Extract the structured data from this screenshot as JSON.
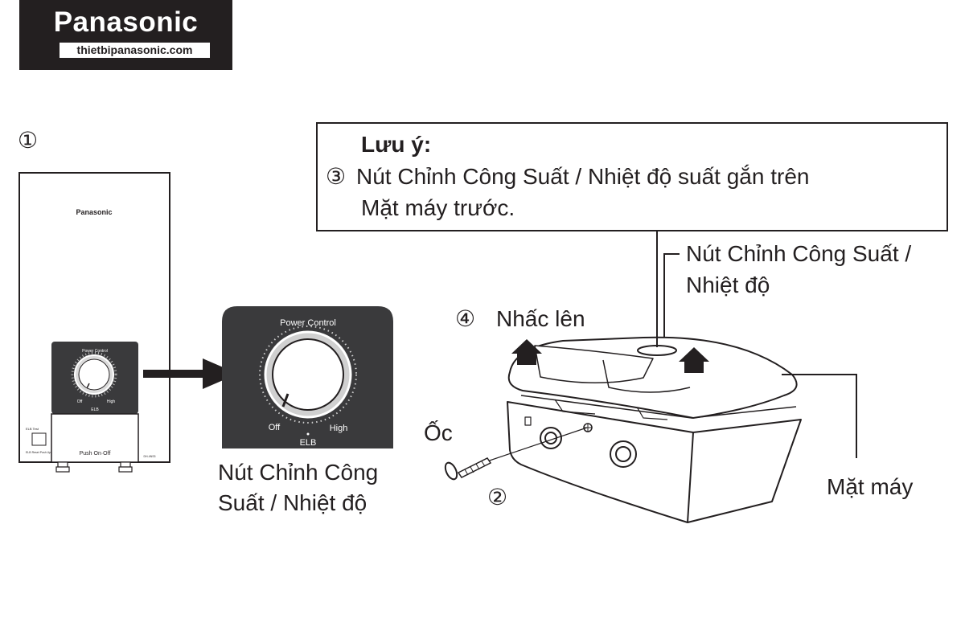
{
  "logo": {
    "brand": "Panasonic",
    "url": "thietbipanasonic.com"
  },
  "steps": {
    "s1": "①",
    "s2": "②",
    "s3": "③",
    "s4": "④"
  },
  "note": {
    "title": "Lưu ý:",
    "line1": "Nút Chỉnh Công Suất / Nhiệt độ suất gắn trên",
    "line2": "Mặt máy trước."
  },
  "heater": {
    "brand": "Panasonic",
    "dial_title": "Power Control",
    "off": "Off",
    "high": "High",
    "elb": "ELB",
    "elb_test": "ELB Test",
    "elb_reset": "ELB Reset Push Up",
    "push": "Push On·Off",
    "model": "DH-4NS3"
  },
  "zoom": {
    "dial_title": "Power Control",
    "off": "Off",
    "high": "High",
    "elb": "ELB"
  },
  "labels": {
    "knob_caption_1": "Nút Chỉnh Công",
    "knob_caption_2": "Suất / Nhiệt độ",
    "lift": "Nhấc lên",
    "screw": "Ốc",
    "knob_right_1": "Nút Chỉnh Công Suất /",
    "knob_right_2": "Nhiệt độ",
    "panel": "Mặt máy"
  },
  "colors": {
    "ink": "#231f20",
    "panel": "#3a3a3c",
    "paper": "#ffffff"
  }
}
